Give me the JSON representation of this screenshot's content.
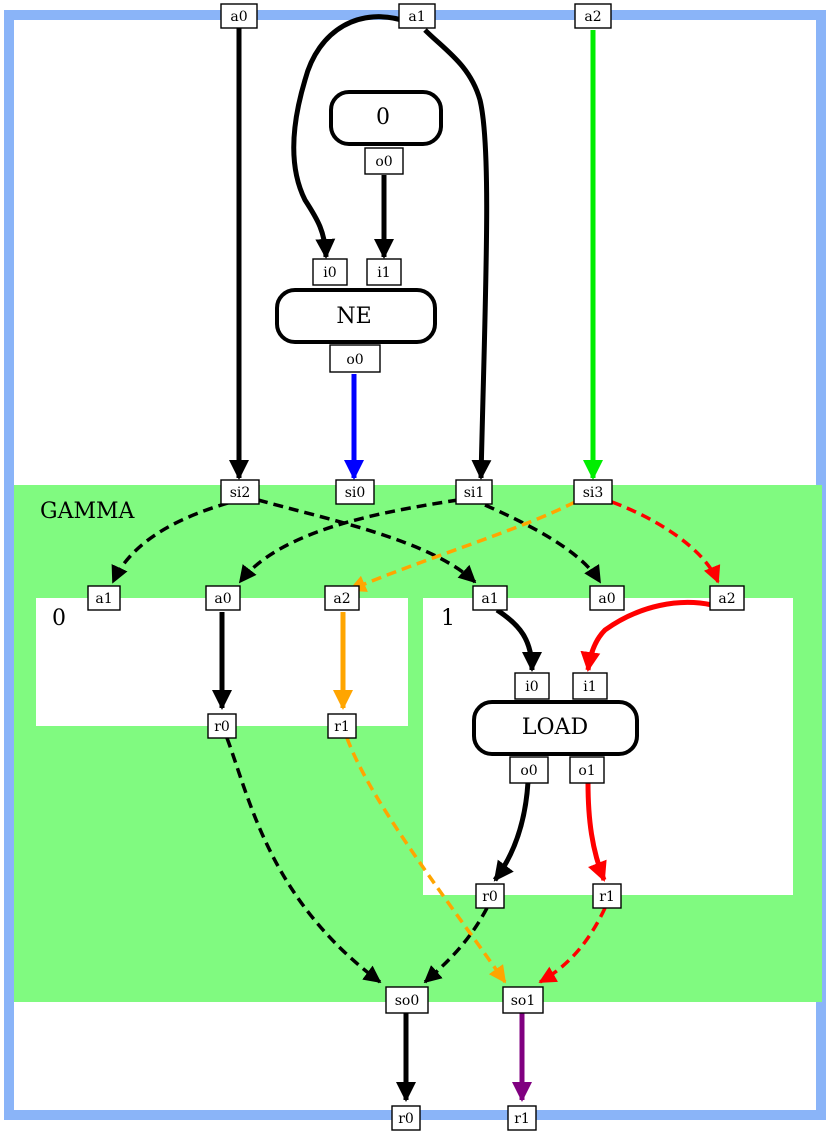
{
  "lambda": {
    "args": [
      "a0",
      "a1",
      "a2"
    ],
    "results": [
      "r0",
      "r1"
    ]
  },
  "nodes": {
    "const": {
      "label": "0",
      "out": "o0"
    },
    "ne": {
      "label": "NE",
      "in0": "i0",
      "in1": "i1",
      "out": "o0"
    }
  },
  "gamma": {
    "label": "GAMMA",
    "entry_vars": [
      "si0",
      "si1",
      "si2",
      "si3"
    ],
    "exit_vars": [
      "so0",
      "so1"
    ],
    "regions": [
      {
        "label": "0",
        "args": [
          "a1",
          "a0",
          "a2"
        ],
        "results": [
          "r0",
          "r1"
        ]
      },
      {
        "label": "1",
        "args": [
          "a1",
          "a0",
          "a2"
        ],
        "results": [
          "r0",
          "r1"
        ],
        "load": {
          "label": "LOAD",
          "in0": "i0",
          "in1": "i1",
          "out0": "o0",
          "out1": "o1"
        }
      }
    ]
  },
  "colors": {
    "frame": "#8ab4f8",
    "gamma_fill": "#80fa80",
    "black": "#000000",
    "blue": "#0000ff",
    "green": "#00ee00",
    "orange": "#ffa500",
    "red": "#ff0000",
    "purple": "#800080"
  }
}
